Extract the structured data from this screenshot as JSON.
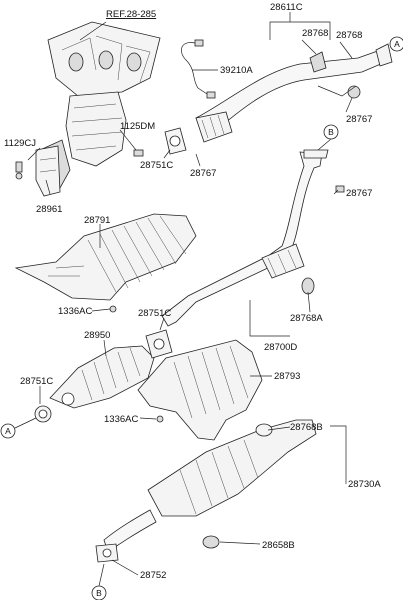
{
  "reference": "REF.28-285",
  "labels": {
    "p28611C": "28611C",
    "p28768a": "28768",
    "p28768b": "28768",
    "p39210A": "39210A",
    "p28767a": "28767",
    "p1129CJ": "1129CJ",
    "p1125DM": "1125DM",
    "p28751Ca": "28751C",
    "p28767b": "28767",
    "p28961": "28961",
    "p28767c": "28767",
    "p28791": "28791",
    "p1336ACa": "1336AC",
    "p28751Cb": "28751C",
    "p28768A": "28768A",
    "p28950": "28950",
    "p28700D": "28700D",
    "p28751Cc": "28751C",
    "p28793": "28793",
    "p1336ACb": "1336AC",
    "p28768B": "28768B",
    "p28730A": "28730A",
    "p28658B": "28658B",
    "p28752": "28752"
  },
  "callouts": {
    "A_top": "A",
    "B_mid": "B",
    "A_left": "A",
    "B_bottom": "B"
  }
}
